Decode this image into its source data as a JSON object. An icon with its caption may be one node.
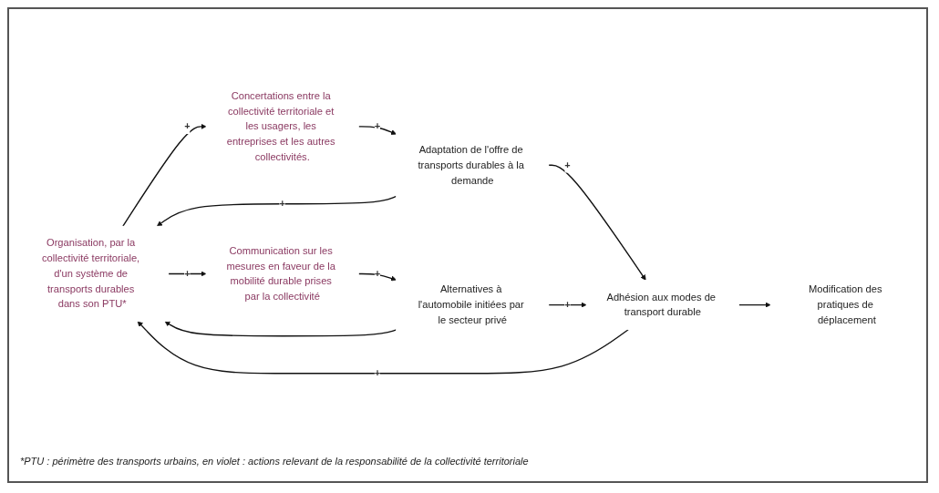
{
  "diagram": {
    "nodes": [
      {
        "text": [
          "Organisation, par la collectivité territoriale, d'un système de transports durables dans son PTU*"
        ]
      },
      {
        "text": [
          "Concertations entre la collectivité territoriale et les usagers, les entreprises et les autres collectivités."
        ]
      },
      {
        "text": [
          "Adaptation de l'offre de transports durables à la demande"
        ]
      },
      {
        "text": [
          "Adhésion aux modes de transport durable"
        ]
      },
      {
        "text": [
          "Modification des pratiques de déplacement"
        ]
      },
      {
        "text": [
          "Communication sur les mesures en faveur de la mobilité durable prises par la collectivité"
        ]
      },
      {
        "text": [
          "Alternatives à l'automobile initiées par le secteur privé"
        ]
      }
    ],
    "edges": [
      {
        "from": 0,
        "to": 1,
        "arrow": "to",
        "label": "+"
      },
      {
        "from": 1,
        "to": 2,
        "arrow": "to",
        "label": "+"
      },
      {
        "from": 2,
        "to": 0,
        "arrow": "to",
        "label": "+"
      },
      {
        "from": 2,
        "to": 3,
        "arrow": "to",
        "label": "+"
      },
      {
        "from": 3,
        "to": 0,
        "arrow": "to",
        "label": "+"
      },
      {
        "from": 3,
        "to": 4,
        "arrow": "to"
      },
      {
        "from": 0,
        "to": 5,
        "arrow": "to",
        "label": "+"
      },
      {
        "from": 5,
        "to": 6,
        "arrow": "to",
        "label": "+"
      },
      {
        "from": 6,
        "to": 0,
        "arrow": "to"
      },
      {
        "from": 6,
        "to": 3,
        "arrow": "to",
        "label": "+"
      }
    ],
    "caption": "*PTU : périmètre des transports urbains, en violet : actions relevant de la responsabilité de la collectivité territoriale"
  }
}
